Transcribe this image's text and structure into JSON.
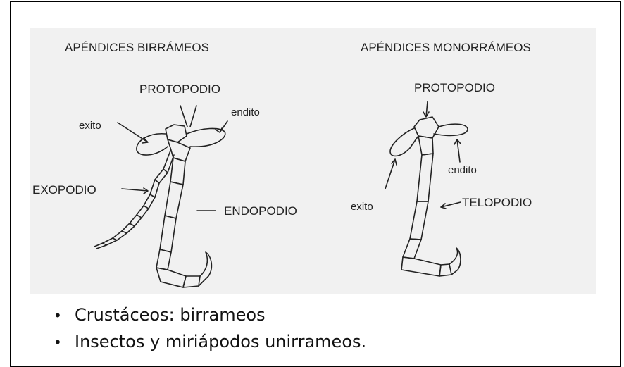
{
  "diagram": {
    "left_title": "APÉNDICES BIRRÁMEOS",
    "right_title": "APÉNDICES MONORRÁMEOS",
    "left_labels": {
      "protopodio": "PROTOPODIO",
      "endito": "endito",
      "exito": "exito",
      "exopodio": "EXOPODIO",
      "endopodio": "ENDOPODIO"
    },
    "right_labels": {
      "protopodio": "PROTOPODIO",
      "endito": "endito",
      "exito": "exito",
      "telopodio": "TELOPODIO"
    }
  },
  "bullets": [
    {
      "bullet": "•",
      "text": "Crustáceos: birrameos"
    },
    {
      "bullet": "•",
      "text": "Insectos y miriápodos unirrameos."
    }
  ]
}
